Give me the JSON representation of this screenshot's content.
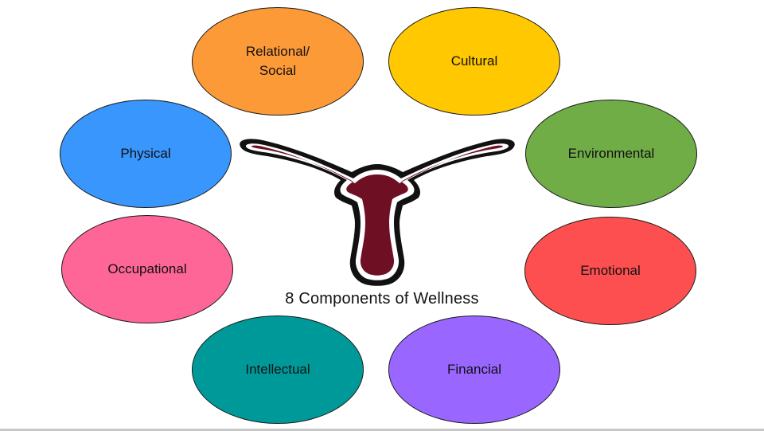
{
  "diagram": {
    "title": "8 Components of Wellness",
    "emblem_icon": "longhorn-head-icon",
    "emblem_color": "#6e0f23",
    "components": [
      {
        "id": "relational-social",
        "label": "Relational/\nSocial",
        "color": "#fd9a38"
      },
      {
        "id": "cultural",
        "label": "Cultural",
        "color": "#ffc800"
      },
      {
        "id": "physical",
        "label": "Physical",
        "color": "#3896fd"
      },
      {
        "id": "environmental",
        "label": "Environmental",
        "color": "#70ad47"
      },
      {
        "id": "occupational",
        "label": "Occupational",
        "color": "#fd6696"
      },
      {
        "id": "emotional",
        "label": "Emotional",
        "color": "#fd4f4f"
      },
      {
        "id": "intellectual",
        "label": "Intellectual",
        "color": "#009999"
      },
      {
        "id": "financial",
        "label": "Financial",
        "color": "#9966ff"
      }
    ]
  }
}
